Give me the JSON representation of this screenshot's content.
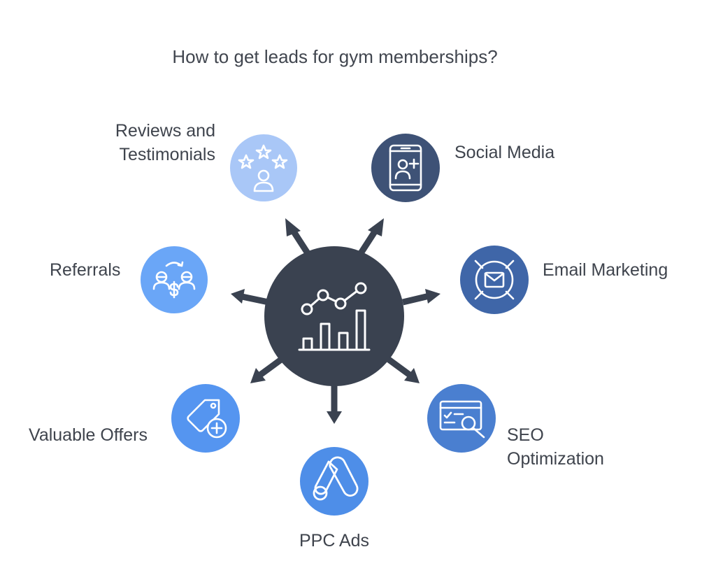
{
  "title": "How to get leads for gym memberships?",
  "center": {
    "icon": "growth-chart-icon"
  },
  "nodes": [
    {
      "id": "reviews",
      "label": "Reviews and Testimonials",
      "icon": "reviews-stars-person-icon",
      "color": "#a9c7f7"
    },
    {
      "id": "social",
      "label": "Social Media",
      "icon": "smartphone-add-user-icon",
      "color": "#3e5276"
    },
    {
      "id": "email",
      "label": "Email Marketing",
      "icon": "envelope-target-icon",
      "color": "#3f66a8"
    },
    {
      "id": "seo",
      "label": "SEO Optimization",
      "icon": "browser-search-icon",
      "color": "#4a7fd0"
    },
    {
      "id": "ppc",
      "label": "PPC Ads",
      "icon": "google-ads-icon",
      "color": "#4e8ee8"
    },
    {
      "id": "offers",
      "label": "Valuable Offers",
      "icon": "price-tag-add-icon",
      "color": "#5595f0"
    },
    {
      "id": "referrals",
      "label": "Referrals",
      "icon": "referral-exchange-icon",
      "color": "#6aa6f7"
    }
  ],
  "colors": {
    "center": "#3a4250",
    "arrow": "#3a4250",
    "icon_stroke": "#ffffff"
  }
}
